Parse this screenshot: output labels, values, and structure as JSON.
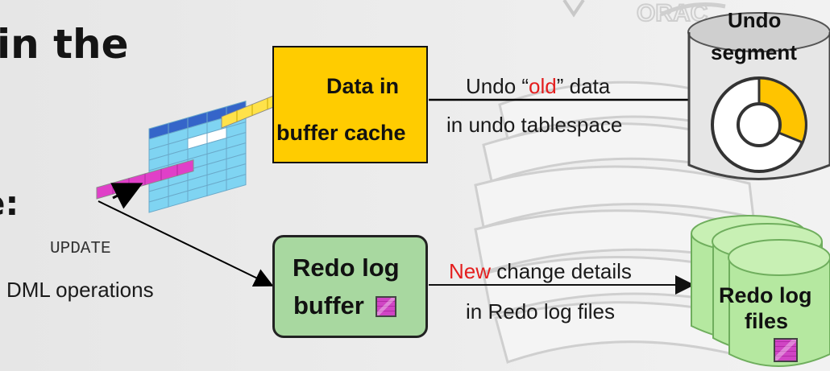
{
  "heading": {
    "line1_fragment": "in the",
    "line2_fragment": "e:"
  },
  "left": {
    "update_keyword": "UPDATE",
    "dml_label": "DML operations"
  },
  "buffer_cache": {
    "line1": "Data in",
    "line2": "buffer cache"
  },
  "undo_arrow": {
    "prefix": "Undo “",
    "highlight": "old",
    "suffix": "” data",
    "line2": "in undo tablespace"
  },
  "undo_segment": {
    "line1": "Undo",
    "line2": "segment"
  },
  "redo_buffer": {
    "line1": "Redo log",
    "line2": "buffer"
  },
  "redo_arrow": {
    "highlight": "New",
    "suffix": " change details",
    "line2": "in Redo log files"
  },
  "redo_files": {
    "line1": "Redo log",
    "line2": "files"
  },
  "colors": {
    "buffer_cache_fill": "#ffcc00",
    "redo_buffer_fill": "#a8d8a0",
    "redo_files_fill": "#b5e8a0",
    "undo_wedge": "#ffc400",
    "highlight_red": "#e41e1e",
    "table_cyan": "#7fd4f2",
    "table_blue": "#3565c9",
    "row_magenta": "#e040c8",
    "row_yellow": "#ffe24a"
  }
}
